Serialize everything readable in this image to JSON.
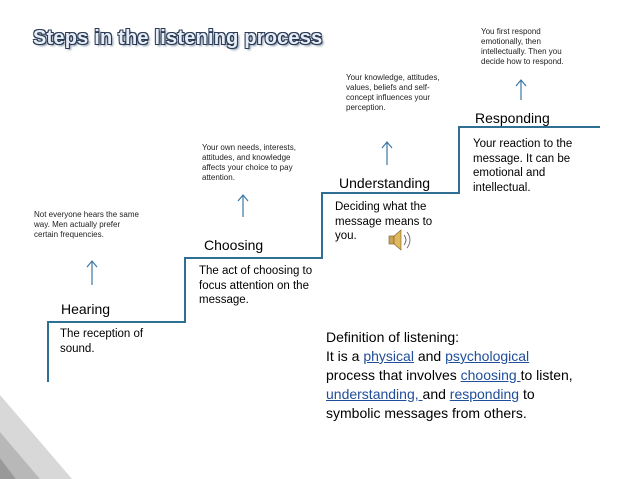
{
  "title": "Steps in the listening process",
  "steps": [
    {
      "name": "Hearing",
      "description": "The reception of sound.",
      "note": "Not everyone hears the same way.  Men actually prefer certain frequencies."
    },
    {
      "name": "Choosing",
      "description": "The act of choosing to focus attention on the message.",
      "note": "Your own needs, interests, attitudes, and knowledge affects your choice to pay attention."
    },
    {
      "name": "Understanding",
      "description": "Deciding what the message means to you.",
      "note": "Your knowledge, attitudes, values, beliefs and self-concept influences your perception."
    },
    {
      "name": "Responding",
      "description": "Your reaction to the message.  It can be emotional and intellectual.",
      "note": "You first respond emotionally, then intellectually.  Then you decide how to respond."
    }
  ],
  "definition": {
    "heading": "Definition of listening:",
    "line1_prefix": "It is a ",
    "physical": "physical",
    "and1": " and ",
    "psychological": "psychological",
    "line2_prefix": "process that involves ",
    "choosing": "choosing ",
    "line2_suffix": "to listen,",
    "understanding": "understanding, ",
    "and2": "and ",
    "responding": "responding",
    "line3_suffix": " to",
    "line4": "symbolic messages from others."
  },
  "colors": {
    "stair": "#2f6f93",
    "link": "#1f4e9a",
    "title_fill": "#e8eef6",
    "title_outline": "#2a3a55"
  },
  "icons": {
    "speaker": "speaker-icon",
    "arrow": "up-arrow-icon"
  }
}
